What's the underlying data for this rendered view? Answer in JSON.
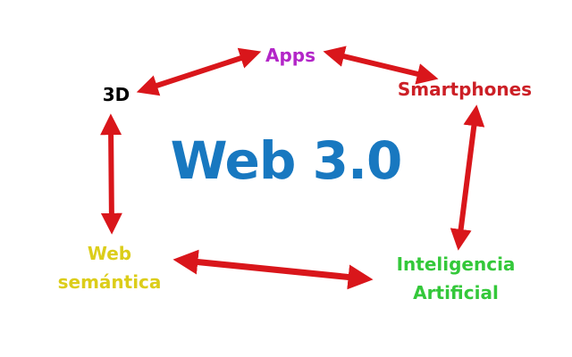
{
  "diagram": {
    "title": "Web 3.0",
    "title_color": "#1878c0",
    "arrow_color": "#d9161b",
    "nodes": [
      {
        "id": "apps",
        "label": "Apps",
        "color": "#b326c8"
      },
      {
        "id": "3d",
        "label": "3D",
        "color": "#000000"
      },
      {
        "id": "smartphones",
        "label": "Smartphones",
        "color": "#cc1f26"
      },
      {
        "id": "web-semantica",
        "label_line1": "Web",
        "label_line2": "semántica",
        "color": "#dccd1a"
      },
      {
        "id": "ia",
        "label_line1": "Inteligencia",
        "label_line2": "Artificial",
        "color": "#34c83a"
      }
    ],
    "edges": [
      {
        "from": "3d",
        "to": "apps",
        "type": "bidirectional"
      },
      {
        "from": "apps",
        "to": "smartphones",
        "type": "bidirectional"
      },
      {
        "from": "smartphones",
        "to": "ia",
        "type": "bidirectional"
      },
      {
        "from": "web-semantica",
        "to": "ia",
        "type": "bidirectional"
      },
      {
        "from": "3d",
        "to": "web-semantica",
        "type": "bidirectional"
      }
    ]
  }
}
